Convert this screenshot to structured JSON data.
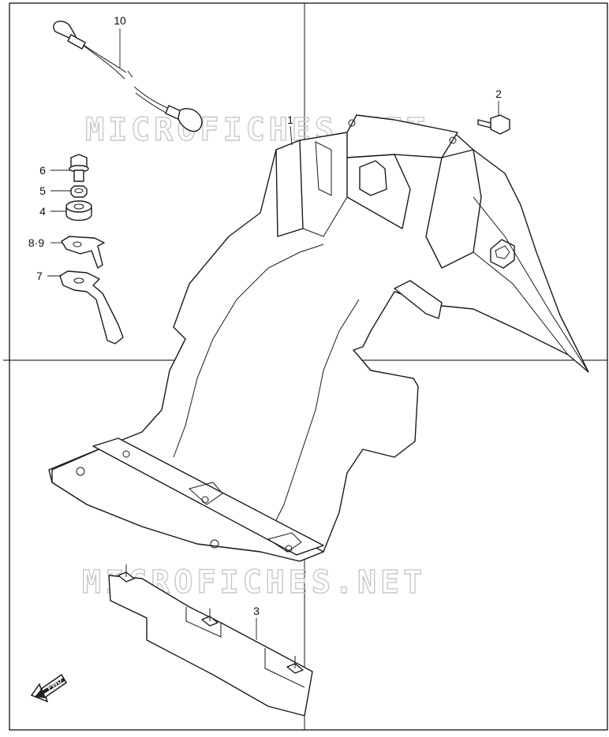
{
  "callouts": [
    {
      "id": "1",
      "text": "1"
    },
    {
      "id": "2",
      "text": "2"
    },
    {
      "id": "3",
      "text": "3"
    },
    {
      "id": "4",
      "text": "4"
    },
    {
      "id": "5",
      "text": "5"
    },
    {
      "id": "6",
      "text": "6"
    },
    {
      "id": "7",
      "text": "7"
    },
    {
      "id": "89",
      "text": "8·9"
    },
    {
      "id": "10",
      "text": "10"
    }
  ],
  "watermark": {
    "top": "MICROFICHES.NET",
    "bottom": "MICROFICHES.NET"
  },
  "direction_badge": {
    "label": "FWD"
  }
}
